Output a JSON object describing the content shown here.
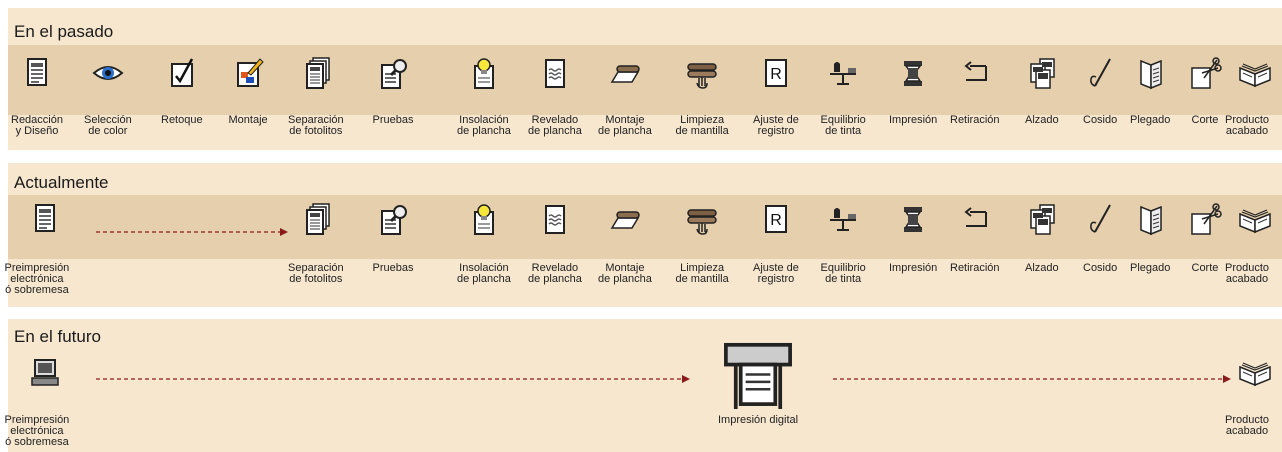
{
  "sections": {
    "past": {
      "title": "En el pasado",
      "steps": [
        {
          "label": "Redacción\ny Diseño",
          "icon": "document-icon"
        },
        {
          "label": "Selección\nde color",
          "icon": "eye-icon"
        },
        {
          "label": "Retoque",
          "icon": "checkmark-page-icon"
        },
        {
          "label": "Montaje",
          "icon": "collage-pencil-icon"
        },
        {
          "label": "Separación\nde fotolitos",
          "icon": "film-stack-icon"
        },
        {
          "label": "Pruebas",
          "icon": "magnifier-page-icon"
        },
        {
          "label": "Insolación\nde plancha",
          "icon": "lightbulb-plate-icon"
        },
        {
          "label": "Revelado\nde plancha",
          "icon": "wavy-plate-icon"
        },
        {
          "label": "Montaje\nde plancha",
          "icon": "plate-roller-icon"
        },
        {
          "label": "Limpieza\nde mantilla",
          "icon": "blanket-hand-icon"
        },
        {
          "label": "Ajuste de\nregistro",
          "icon": "register-r-icon"
        },
        {
          "label": "Equilibrio\nde tinta",
          "icon": "ink-scale-icon"
        },
        {
          "label": "Impresión",
          "icon": "press-icon"
        },
        {
          "label": "Retiración",
          "icon": "return-arrow-icon"
        },
        {
          "label": "Alzado",
          "icon": "sheets-stack-icon"
        },
        {
          "label": "Cosido",
          "icon": "needle-thread-icon"
        },
        {
          "label": "Plegado",
          "icon": "folded-sheet-icon"
        },
        {
          "label": "Corte",
          "icon": "scissors-sheet-icon"
        },
        {
          "label": "Producto\nacabado",
          "icon": "open-book-icon"
        }
      ]
    },
    "present": {
      "title": "Actualmente",
      "steps": [
        {
          "label": "Preimpresión\nelectrónica\nó sobremesa",
          "icon": "document-icon"
        },
        {
          "label": "Separación\nde fotolitos",
          "icon": "film-stack-icon"
        },
        {
          "label": "Pruebas",
          "icon": "magnifier-page-icon"
        },
        {
          "label": "Insolación\nde plancha",
          "icon": "lightbulb-plate-icon"
        },
        {
          "label": "Revelado\nde plancha",
          "icon": "wavy-plate-icon"
        },
        {
          "label": "Montaje\nde plancha",
          "icon": "plate-roller-icon"
        },
        {
          "label": "Limpieza\nde mantilla",
          "icon": "blanket-hand-icon"
        },
        {
          "label": "Ajuste de\nregistro",
          "icon": "register-r-icon"
        },
        {
          "label": "Equilibrio\nde tinta",
          "icon": "ink-scale-icon"
        },
        {
          "label": "Impresión",
          "icon": "press-icon"
        },
        {
          "label": "Retiración",
          "icon": "return-arrow-icon"
        },
        {
          "label": "Alzado",
          "icon": "sheets-stack-icon"
        },
        {
          "label": "Cosido",
          "icon": "needle-thread-icon"
        },
        {
          "label": "Plegado",
          "icon": "folded-sheet-icon"
        },
        {
          "label": "Corte",
          "icon": "scissors-sheet-icon"
        },
        {
          "label": "Producto\nacabado",
          "icon": "open-book-icon"
        }
      ]
    },
    "future": {
      "title": "En el futuro",
      "steps": [
        {
          "label": "Preimpresión\nelectrónica\nó sobremesa",
          "icon": "computer-icon"
        },
        {
          "label": "Impresión digital",
          "icon": "large-format-printer-icon"
        },
        {
          "label": "Producto\nacabado",
          "icon": "open-book-icon"
        }
      ]
    }
  },
  "colors": {
    "panel": "#f7e7cf",
    "band": "#e5cfad",
    "arrow": "#8b1a1a"
  }
}
